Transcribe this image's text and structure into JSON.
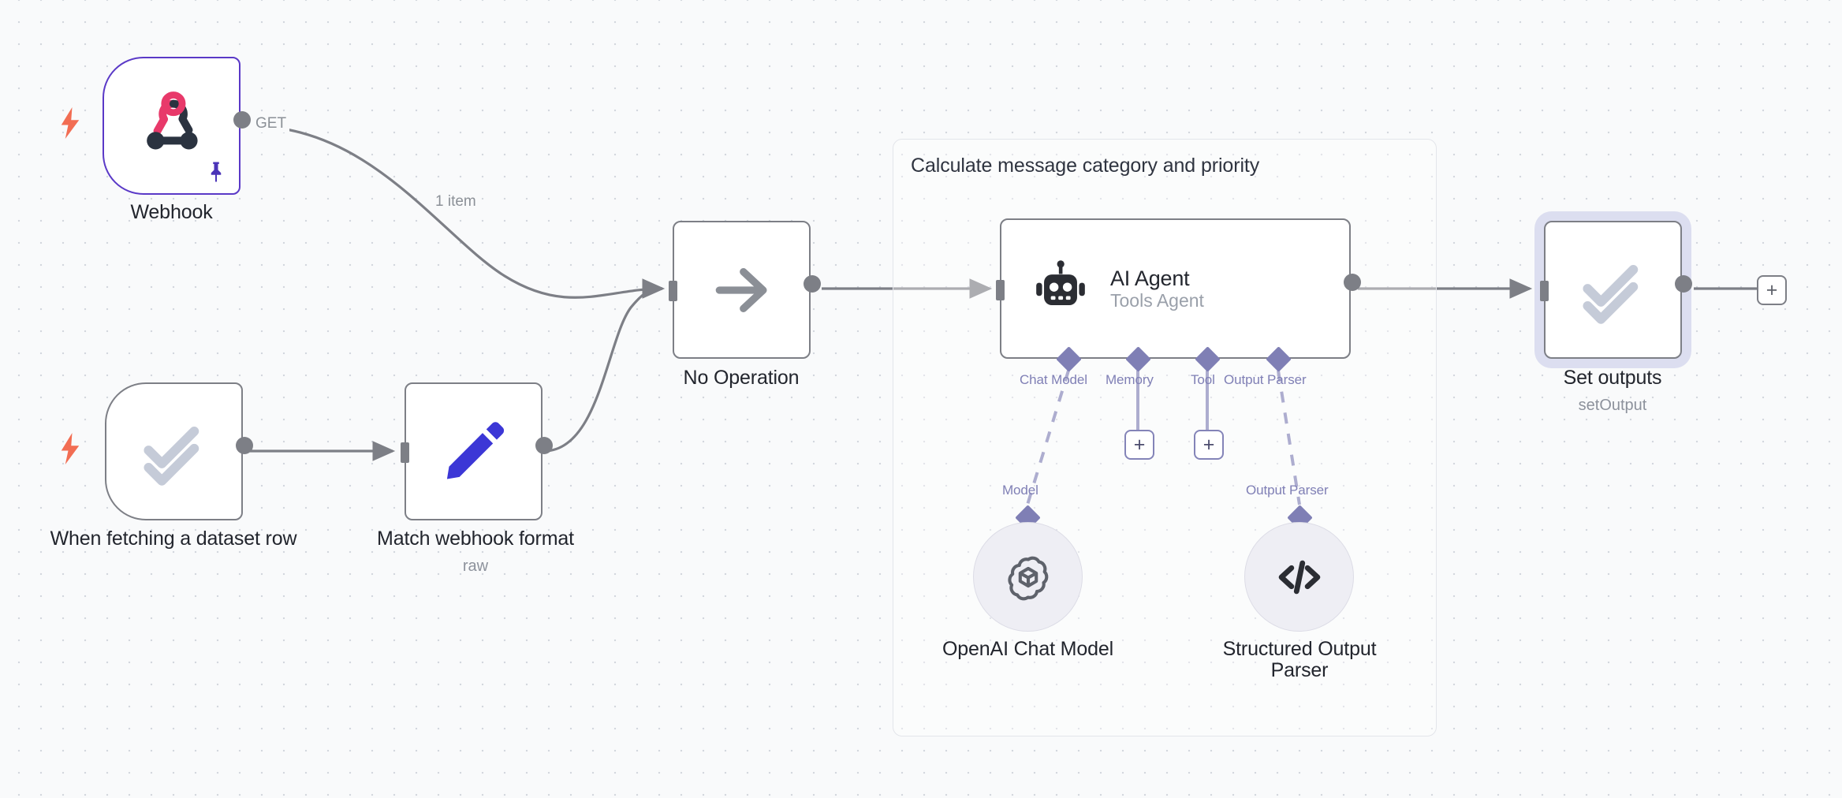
{
  "canvas": {
    "background": "#f9fafb",
    "grid_dot_color": "#d3d7de"
  },
  "group": {
    "title": "Calculate message category and priority",
    "border_color": "#e3e5ea"
  },
  "nodes": [
    {
      "id": "webhook",
      "label": "Webhook",
      "sublabel": "",
      "icon": "webhook-icon",
      "type": "trigger",
      "accent": "#5a39c7",
      "pinned": true,
      "output_label": "GET"
    },
    {
      "id": "when-fetching-dataset-row",
      "label": "When fetching a dataset row",
      "sublabel": "",
      "icon": "double-check-icon",
      "type": "trigger",
      "accent": "#7d7f86",
      "pinned": false,
      "output_label": ""
    },
    {
      "id": "match-webhook-format",
      "label": "Match webhook format",
      "sublabel": "raw",
      "icon": "pencil-icon",
      "type": "action",
      "accent": "#3c37d6",
      "pinned": false,
      "output_label": ""
    },
    {
      "id": "no-operation",
      "label": "No Operation",
      "sublabel": "",
      "icon": "arrow-right-icon",
      "type": "action",
      "accent": "#8b8f96",
      "pinned": false,
      "output_label": ""
    },
    {
      "id": "ai-agent",
      "label": "AI Agent",
      "sublabel": "Tools Agent",
      "icon": "robot-icon",
      "type": "agent",
      "accent": "#2b2d33",
      "pinned": false,
      "output_label": ""
    },
    {
      "id": "set-outputs",
      "label": "Set outputs",
      "sublabel": "setOutput",
      "icon": "double-check-icon",
      "type": "action",
      "accent": "#7d7f86",
      "selected": true,
      "pinned": false,
      "output_label": ""
    },
    {
      "id": "openai-chat-model",
      "label": "OpenAI Chat Model",
      "sublabel": "",
      "icon": "openai-icon",
      "type": "sub",
      "port_label": "Model"
    },
    {
      "id": "structured-output-parser",
      "label": "Structured Output Parser",
      "sublabel": "",
      "icon": "code-brackets-icon",
      "type": "sub",
      "port_label": "Output Parser"
    }
  ],
  "agent_ports": [
    {
      "label": "Chat Model",
      "has_plus": false
    },
    {
      "label": "Memory",
      "has_plus": true
    },
    {
      "label": "Tool",
      "has_plus": true
    },
    {
      "label": "Output Parser",
      "has_plus": false
    }
  ],
  "edges": [
    {
      "from": "webhook",
      "to": "no-operation",
      "label": "1 item"
    },
    {
      "from": "webhook",
      "to": "no-operation",
      "label": "GET"
    },
    {
      "from": "when-fetching-dataset-row",
      "to": "match-webhook-format",
      "label": ""
    },
    {
      "from": "match-webhook-format",
      "to": "no-operation",
      "label": ""
    },
    {
      "from": "no-operation",
      "to": "ai-agent",
      "label": ""
    },
    {
      "from": "ai-agent",
      "to": "set-outputs",
      "label": ""
    }
  ],
  "buttons": {
    "add_node_plus": "+",
    "memory_plus": "+",
    "tool_plus": "+"
  },
  "colors": {
    "accent_purple": "#7f7fb5",
    "node_border": "#7d7f86",
    "webhook_border": "#5a39c7",
    "trigger_bolt": "#f26d53",
    "pin_purple": "#5a39c7",
    "pencil_blue": "#3c37d6",
    "selection_halo": "#dcdef0",
    "text_primary": "#22252d",
    "text_muted": "#8d929c"
  }
}
